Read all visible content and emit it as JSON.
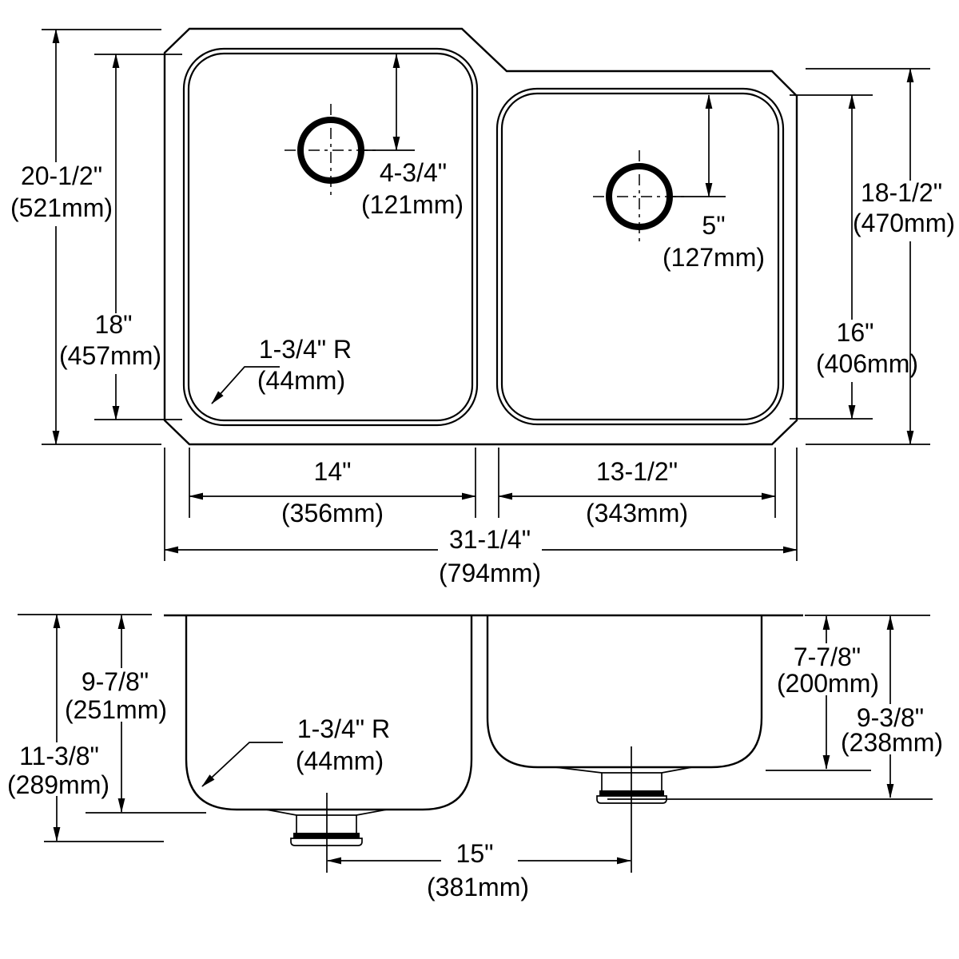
{
  "top_view": {
    "overall_front_to_back": {
      "inches": "20-1/2\"",
      "mm": "(521mm)"
    },
    "left_bowl_front_to_back": {
      "inches": "18\"",
      "mm": "(457mm)"
    },
    "left_drain_offset": {
      "inches": "4-3/4\"",
      "mm": "(121mm)"
    },
    "right_drain_offset": {
      "inches": "5\"",
      "mm": "(127mm)"
    },
    "right_overall_front_to_back": {
      "inches": "18-1/2\"",
      "mm": "(470mm)"
    },
    "right_bowl_front_to_back": {
      "inches": "16\"",
      "mm": "(406mm)"
    },
    "bowl_corner_radius": {
      "inches": "1-3/4\" R",
      "mm": "(44mm)"
    },
    "left_bowl_width": {
      "inches": "14\"",
      "mm": "(356mm)"
    },
    "right_bowl_width": {
      "inches": "13-1/2\"",
      "mm": "(343mm)"
    },
    "overall_width": {
      "inches": "31-1/4\"",
      "mm": "(794mm)"
    }
  },
  "front_view": {
    "left_bowl_depth": {
      "inches": "9-7/8\"",
      "mm": "(251mm)"
    },
    "left_overall_depth": {
      "inches": "11-3/8\"",
      "mm": "(289mm)"
    },
    "bowl_corner_radius": {
      "inches": "1-3/4\" R",
      "mm": "(44mm)"
    },
    "right_bowl_depth": {
      "inches": "7-7/8\"",
      "mm": "(200mm)"
    },
    "right_overall_depth": {
      "inches": "9-3/8\"",
      "mm": "(238mm)"
    },
    "drain_centerline_spacing": {
      "inches": "15\"",
      "mm": "(381mm)"
    }
  },
  "colors": {
    "line": "#000000",
    "background": "#ffffff"
  }
}
